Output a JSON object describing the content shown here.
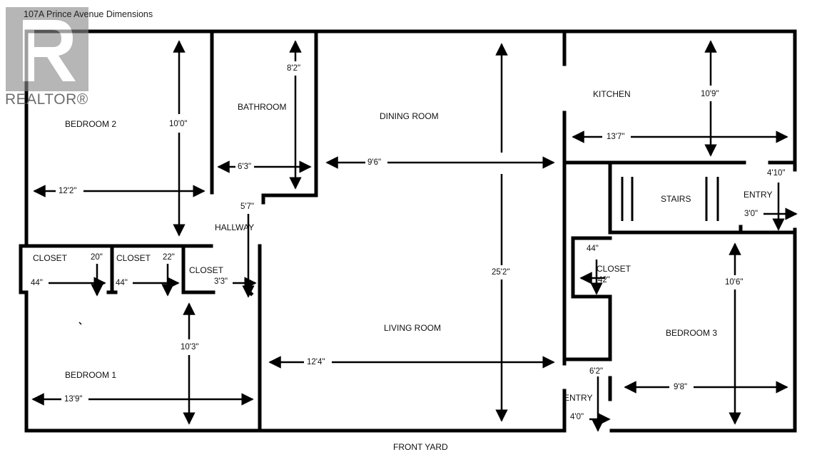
{
  "title": "107A Prince Avenue Dimensions",
  "logo": {
    "text": "REALTOR®",
    "icon": "realtor-r-icon"
  },
  "rooms": {
    "bedroom_2": "BEDROOM 2",
    "bathroom": "BATHROOM",
    "dining_room": "DINING ROOM",
    "kitchen": "KITCHEN",
    "stairs": "STAIRS",
    "entry_east": "ENTRY",
    "hallway": "HALLWAY",
    "closet_1": "CLOSET",
    "closet_2": "CLOSET",
    "closet_3": "CLOSET",
    "closet_4": "CLOSET",
    "living_room": "LIVING ROOM",
    "bedroom_1": "BEDROOM 1",
    "bedroom_3": "BEDROOM 3",
    "entry_south": "ENTRY",
    "front_yard": "FRONT YARD"
  },
  "dimensions": {
    "bedroom_2_width": "12'2\"",
    "bedroom_2_height": "10'0\"",
    "bathroom_height": "8'2\"",
    "bathroom_width": "6'3\"",
    "dining_width": "9'6\"",
    "kitchen_height": "10'9\"",
    "kitchen_width": "13'7\"",
    "entry_east_height": "4'10\"",
    "entry_east_width": "3'0\"",
    "hallway_width": "5'7\"",
    "closet_1_height": "20\"",
    "closet_1_width": "44\"",
    "closet_2_height": "22\"",
    "closet_2_width": "44\"",
    "closet_3_width": "3'3\"",
    "closet_4_width": "44\"",
    "closet_4_height": "42\"",
    "living_height": "25'2\"",
    "living_width": "12'4\"",
    "bedroom_1_height": "10'3\"",
    "bedroom_1_width": "13'9\"",
    "bedroom_3_height": "10'6\"",
    "bedroom_3_width": "9'8\"",
    "entry_south_height": "6'2\"",
    "entry_south_width": "4'0\""
  }
}
